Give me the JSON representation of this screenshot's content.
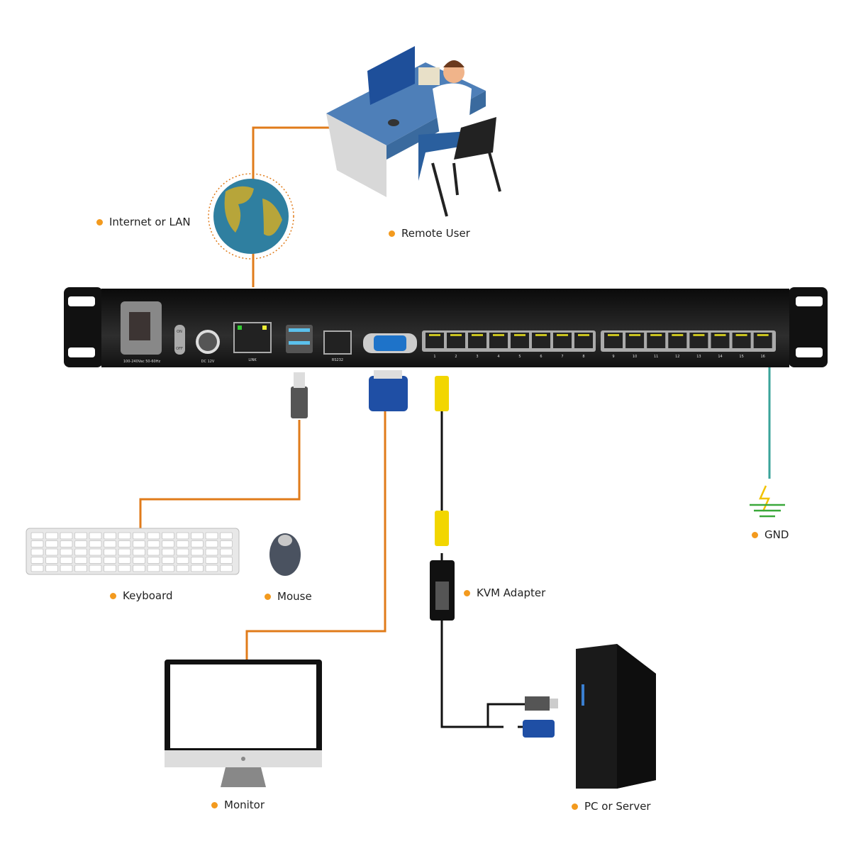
{
  "labels": {
    "internet": "Internet or LAN",
    "remote_user": "Remote User",
    "keyboard": "Keyboard",
    "mouse": "Mouse",
    "kvm_adapter": "KVM Adapter",
    "gnd": "GND",
    "monitor": "Monitor",
    "pc": "PC or Server"
  },
  "panel": {
    "power": "100-240Vac 50-60Hz",
    "switch_on": "ON",
    "switch_off": "OFF",
    "dc": "DC 12V",
    "link": "LINK",
    "rs232": "RS232",
    "ports": [
      "1",
      "2",
      "3",
      "4",
      "5",
      "6",
      "7",
      "8",
      "9",
      "10",
      "11",
      "12",
      "13",
      "14",
      "15",
      "16"
    ]
  },
  "colors": {
    "cable_orange": "#e07b1a",
    "ground_teal": "#3aa39a",
    "bullet": "#f39a1e",
    "panel": "#1a1a1a"
  }
}
